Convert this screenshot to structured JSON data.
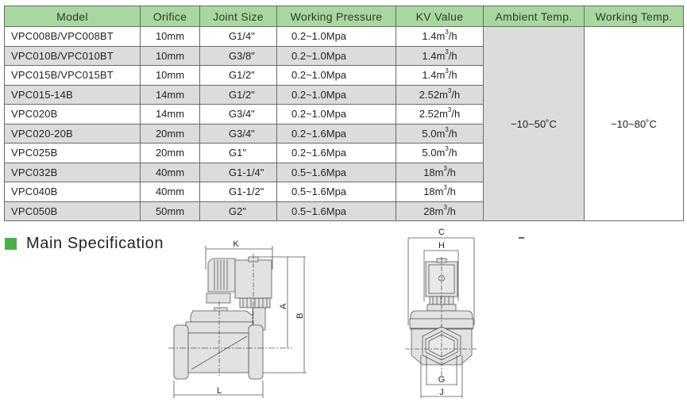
{
  "table": {
    "headers": [
      "Model",
      "Orifice",
      "Joint Size",
      "Working Pressure",
      "KV Value",
      "Ambient Temp.",
      "Working Temp."
    ],
    "rows": [
      {
        "model": "VPC008B/VPC008BT",
        "orifice": "10mm",
        "joint": "G1/4\"",
        "pressure": "0.2~1.0Mpa",
        "kv": "1.4",
        "kv_unit_pre": "m",
        "kv_exp": "3",
        "kv_unit_post": "/h"
      },
      {
        "model": "VPC010B/VPC010BT",
        "orifice": "10mm",
        "joint": "G3/8\"",
        "pressure": "0.2~1.0Mpa",
        "kv": "1.4",
        "kv_unit_pre": "m",
        "kv_exp": "3",
        "kv_unit_post": "/h"
      },
      {
        "model": "VPC015B/VPC015BT",
        "orifice": "10mm",
        "joint": "G1/2\"",
        "pressure": "0.2~1.0Mpa",
        "kv": "1.4",
        "kv_unit_pre": "m",
        "kv_exp": "3",
        "kv_unit_post": "/h"
      },
      {
        "model": "VPC015-14B",
        "orifice": "14mm",
        "joint": "G1/2\"",
        "pressure": "0.2~1.0Mpa",
        "kv": "2.52",
        "kv_unit_pre": "m",
        "kv_exp": "3",
        "kv_unit_post": "/h"
      },
      {
        "model": "VPC020B",
        "orifice": "14mm",
        "joint": "G3/4\"",
        "pressure": "0.2~1.0Mpa",
        "kv": "2.52",
        "kv_unit_pre": "m",
        "kv_exp": "3",
        "kv_unit_post": "/h"
      },
      {
        "model": "VPC020-20B",
        "orifice": "20mm",
        "joint": "G3/4\"",
        "pressure": "0.2~1.6Mpa",
        "kv": "5.0",
        "kv_unit_pre": "m",
        "kv_exp": "3",
        "kv_unit_post": "/h"
      },
      {
        "model": "VPC025B",
        "orifice": "20mm",
        "joint": "G1\"",
        "pressure": "0.2~1.6Mpa",
        "kv": "5.0",
        "kv_unit_pre": "m",
        "kv_exp": "3",
        "kv_unit_post": "/h"
      },
      {
        "model": "VPC032B",
        "orifice": "40mm",
        "joint": "G1-1/4\"",
        "pressure": "0.5~1.6Mpa",
        "kv": "18",
        "kv_unit_pre": "m",
        "kv_exp": "3",
        "kv_unit_post": "/h"
      },
      {
        "model": "VPC040B",
        "orifice": "40mm",
        "joint": "G1-1/2\"",
        "pressure": "0.5~1.6Mpa",
        "kv": "18",
        "kv_unit_pre": "m",
        "kv_exp": "3",
        "kv_unit_post": "/h"
      },
      {
        "model": "VPC050B",
        "orifice": "50mm",
        "joint": "G2\"",
        "pressure": "0.5~1.6Mpa",
        "kv": "28",
        "kv_unit_pre": "m",
        "kv_exp": "3",
        "kv_unit_post": "/h"
      }
    ],
    "ambient_temp": "−10~50˚C",
    "working_temp": "−10~80˚C"
  },
  "section": {
    "title": "Main Specification"
  },
  "drawings": {
    "side_view": {
      "labels": {
        "k": "K",
        "a": "A",
        "b": "B",
        "l": "L"
      }
    },
    "front_view": {
      "labels": {
        "c": "C",
        "h": "H",
        "g": "G",
        "j": "J"
      }
    }
  },
  "colors": {
    "header_green": "#a8d8a0",
    "row_gray": "#dcdcdc",
    "bullet_green": "#4cae4c"
  }
}
